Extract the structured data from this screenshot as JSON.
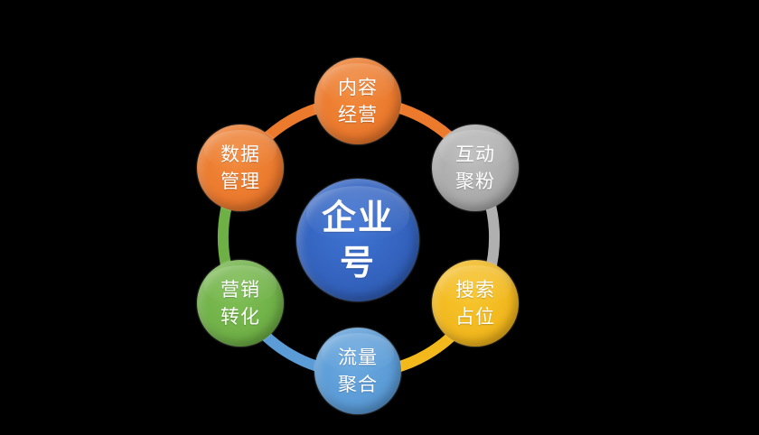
{
  "diagram": {
    "center": {
      "lines": [
        "企业",
        "号"
      ],
      "color": "#3565c4"
    },
    "nodes": [
      {
        "id": "content",
        "lines": [
          "内容",
          "经营"
        ],
        "color": "#ec7a2c"
      },
      {
        "id": "interaction",
        "lines": [
          "互动",
          "聚粉"
        ],
        "color": "#a9a9a9"
      },
      {
        "id": "search",
        "lines": [
          "搜索",
          "占位"
        ],
        "color": "#f3b81c"
      },
      {
        "id": "traffic",
        "lines": [
          "流量",
          "聚合"
        ],
        "color": "#5b9bd6"
      },
      {
        "id": "marketing",
        "lines": [
          "营销",
          "转化"
        ],
        "color": "#6fb046"
      },
      {
        "id": "data",
        "lines": [
          "数据",
          "管理"
        ],
        "color": "#ec7a2c"
      }
    ],
    "ring_segments": [
      {
        "from": "content",
        "to": "interaction",
        "color": "#ec7a2c"
      },
      {
        "from": "interaction",
        "to": "search",
        "color": "#b0b0b0"
      },
      {
        "from": "search",
        "to": "traffic",
        "color": "#f3b81c"
      },
      {
        "from": "traffic",
        "to": "marketing",
        "color": "#5b9bd6"
      },
      {
        "from": "marketing",
        "to": "data",
        "color": "#6fb046"
      },
      {
        "from": "data",
        "to": "content",
        "color": "#ec7a2c"
      }
    ]
  }
}
